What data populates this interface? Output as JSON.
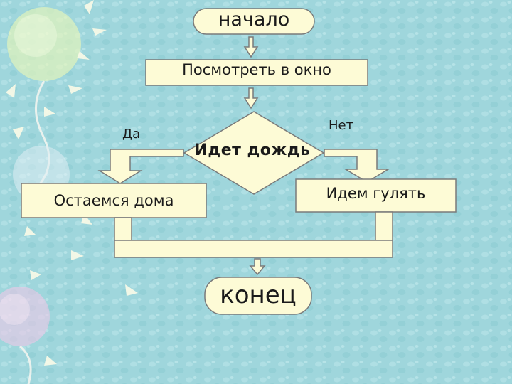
{
  "flowchart": {
    "start": "начало",
    "action": "Посмотреть в окно",
    "decision": "Идет дождь",
    "branch_yes": "Да",
    "branch_no": "Нет",
    "yes_action": "Остаемся дома",
    "no_action": "Идем гулять",
    "end": "конец"
  },
  "colors": {
    "background": "#9fd6dc",
    "shape_fill": "#fdfbd6",
    "outline": "#7a7a7a",
    "text": "#1a1a1a"
  }
}
